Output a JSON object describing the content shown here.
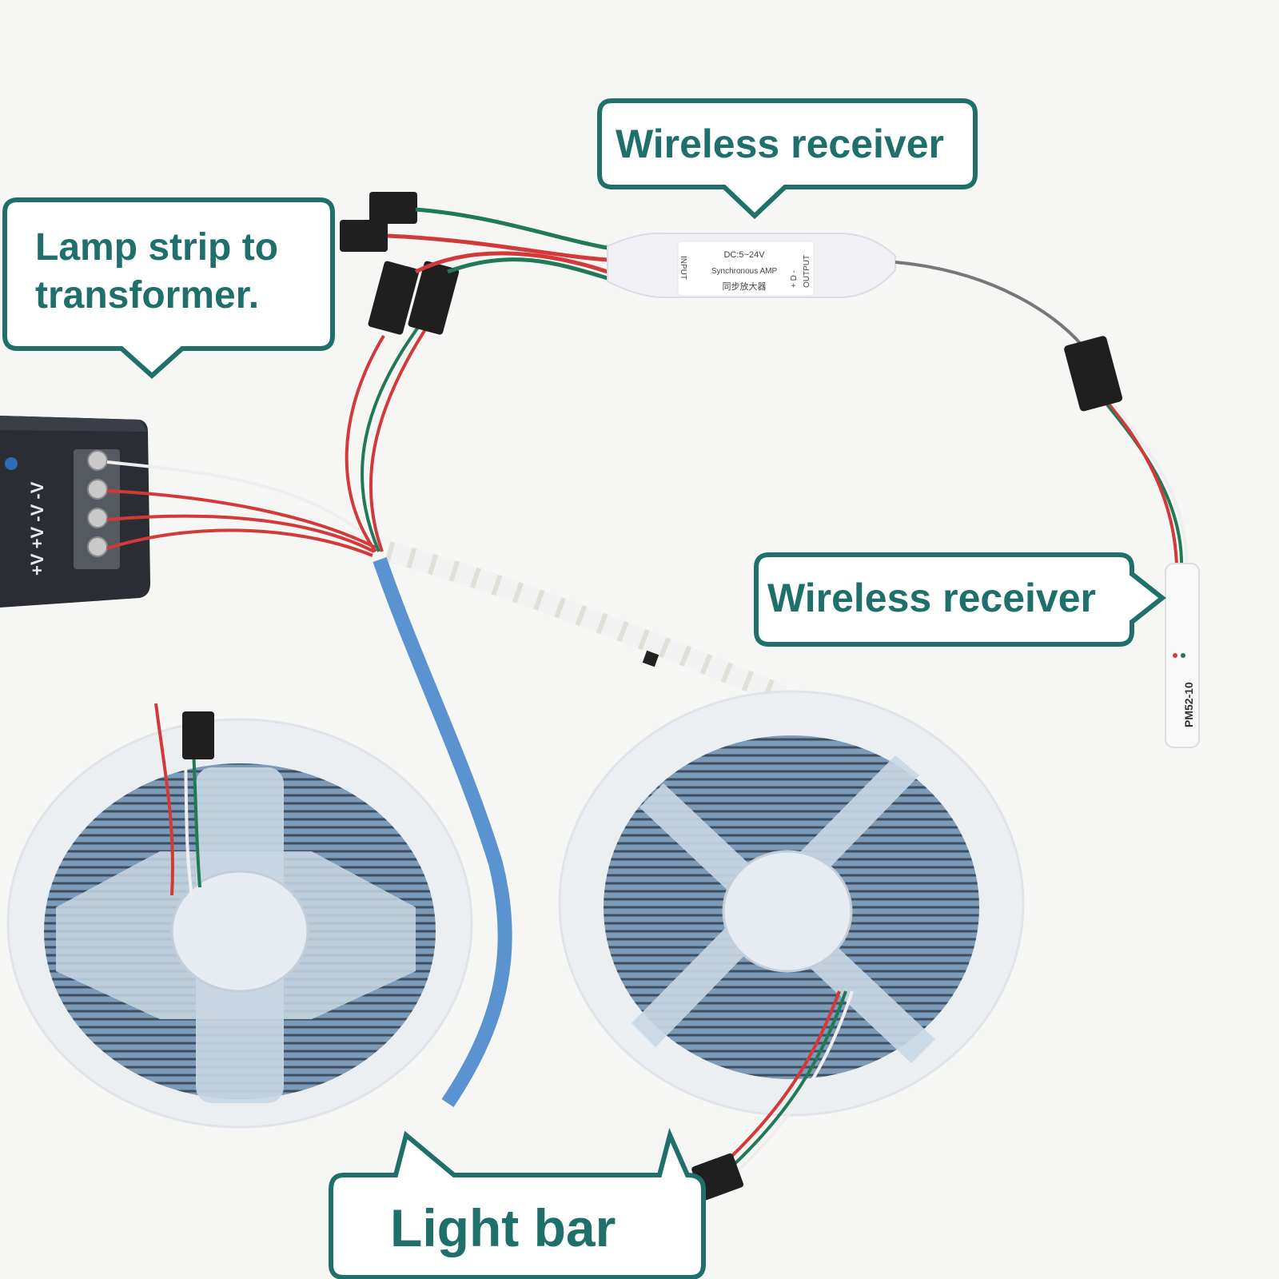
{
  "callouts": {
    "lamp_strip_line1": "Lamp strip to",
    "lamp_strip_line2": "transformer.",
    "wireless_top": "Wireless receiver",
    "wireless_right": "Wireless receiver",
    "light_bar": "Light bar"
  },
  "amplifier_label": {
    "voltage": "DC:5~24V",
    "name": "Synchronous AMP",
    "chinese": "同步放大器",
    "input": "INPUT",
    "output": "OUTPUT",
    "pins": "+ D -"
  },
  "psu_terminals": "+V +V -V -V",
  "receiver_model": "PM52-10",
  "colors": {
    "callout_border": "#1f6f6a",
    "callout_text": "#1f6f6a",
    "wire_red": "#d23a3a",
    "wire_green": "#1f7a55",
    "wire_white": "#f2f2f2",
    "reel_blue": "#7fa2bf",
    "psu_body": "#2a2d33"
  }
}
